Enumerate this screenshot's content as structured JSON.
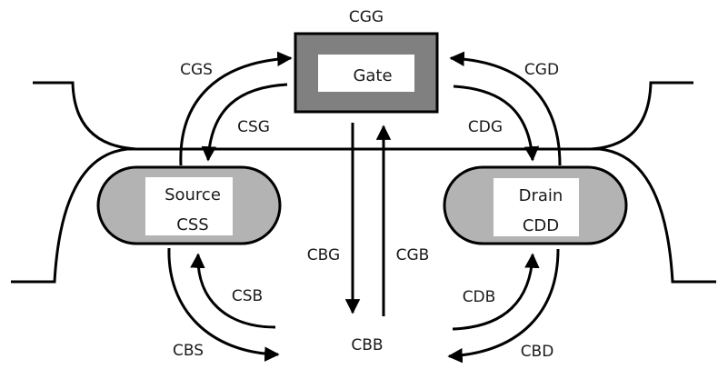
{
  "title": "MOSFET terminal capacitance diagram",
  "nodes": {
    "gate": {
      "label": "Gate",
      "self_cap": "CGG"
    },
    "source": {
      "label": "Source",
      "self_cap": "CSS"
    },
    "drain": {
      "label": "Drain",
      "self_cap": "CDD"
    },
    "body": {
      "self_cap": "CBB"
    }
  },
  "capacitances": {
    "gate_to_source": "CGS",
    "source_to_gate": "CSG",
    "gate_to_drain": "CGD",
    "drain_to_gate": "CDG",
    "body_to_gate": "CBG",
    "gate_to_body": "CGB",
    "source_to_body": "CSB",
    "body_to_source": "CBS",
    "drain_to_body": "CDB",
    "body_to_drain": "CBD"
  },
  "colors": {
    "gate_fill": "#808080",
    "diffusion_fill": "#b3b3b3",
    "label_box": "#ffffff",
    "stroke": "#000000"
  }
}
